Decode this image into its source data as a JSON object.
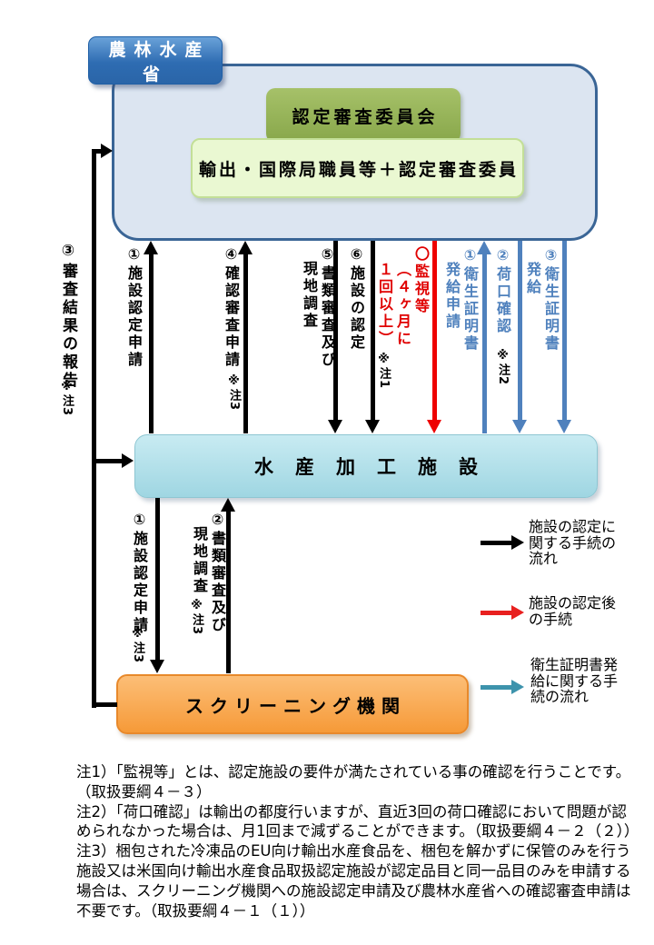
{
  "boxes": {
    "maff": {
      "label": "農林水産省"
    },
    "committee": {
      "label": "認定審査委員会"
    },
    "staff": {
      "label": "輸出・国際局職員等＋認定審査委員"
    },
    "fishery": {
      "label": "水産加工施設"
    },
    "screening": {
      "label": "スクリーニング機関"
    }
  },
  "flows": {
    "report": {
      "cols": [
        "③審査結果の報告"
      ],
      "note": "※注3"
    },
    "upper": [
      {
        "cols": [
          "①施設認定申請"
        ],
        "direction": "up",
        "color": "#000000"
      },
      {
        "cols": [
          "④確認審査申請"
        ],
        "note": "※注3",
        "direction": "up",
        "color": "#000000"
      },
      {
        "cols": [
          "⑤書類審査及び",
          "現地調査"
        ],
        "direction": "down",
        "color": "#000000"
      },
      {
        "cols": [
          "⑥施設の認定"
        ],
        "direction": "down",
        "color": "#000000"
      },
      {
        "cols": [
          "〇監視等",
          "（４ヶ月に",
          "１回以上）"
        ],
        "note": "※注1",
        "direction": "down",
        "color": "#ee0000"
      },
      {
        "cols": [
          "①衛生証明書",
          "発給申請"
        ],
        "direction": "up",
        "color": "#4f81bd"
      },
      {
        "cols": [
          "②荷口確認"
        ],
        "note": "※注2",
        "direction": "down",
        "color": "#4f81bd"
      },
      {
        "cols": [
          "③衛生証明書",
          "発給"
        ],
        "direction": "down",
        "color": "#4f81bd"
      }
    ],
    "lower": [
      {
        "cols": [
          "①施設認定申請"
        ],
        "note": "※注3",
        "direction": "down",
        "color": "#000000"
      },
      {
        "cols": [
          "②書類審査及び",
          "現地調査"
        ],
        "note": "※注3",
        "direction": "up",
        "color": "#000000"
      }
    ]
  },
  "legend": [
    {
      "label": "施設の認定に関する手続の流れ",
      "color": "#000000"
    },
    {
      "label": "施設の認定後の手続",
      "color": "#e8201f"
    },
    {
      "label": "衛生証明書発給に関する手続の流れ",
      "color": "#3d93ac"
    }
  ],
  "notes": [
    "注1）「監視等」とは、認定施設の要件が満たされている事の確認を行うことです。（取扱要綱４－３）",
    "注2）「荷口確認」は輸出の都度行いますが、直近3回の荷口確認において問題が認められなかった場合は、月1回まで減ずることができます。（取扱要綱４－２（２））",
    "注3）梱包された冷凍品のEU向け輸出水産食品を、梱包を解かずに保管のみを行う施設又は米国向け輸出水産食品取扱認定施設が認定品目と同一品目のみを申請する場合は、スクリーニング機関への施設認定申請及び農林水産省への確認審査申請は不要です。（取扱要綱４－１（１））"
  ],
  "colors": {
    "black_flow": "#000000",
    "red_flow": "#ee0000",
    "blue_flow": "#4f81bd",
    "legend_teal": "#3d93ac",
    "ministry_box_blue": "#3576bb",
    "ministry_area_fill": "#dce5f1",
    "ministry_area_border": "#3a6596",
    "committee_green": "#93b155",
    "staff_light_green": "#eaf8d2",
    "fishery_cyan": "#a7dbe6",
    "screening_orange": "#f8a449"
  }
}
